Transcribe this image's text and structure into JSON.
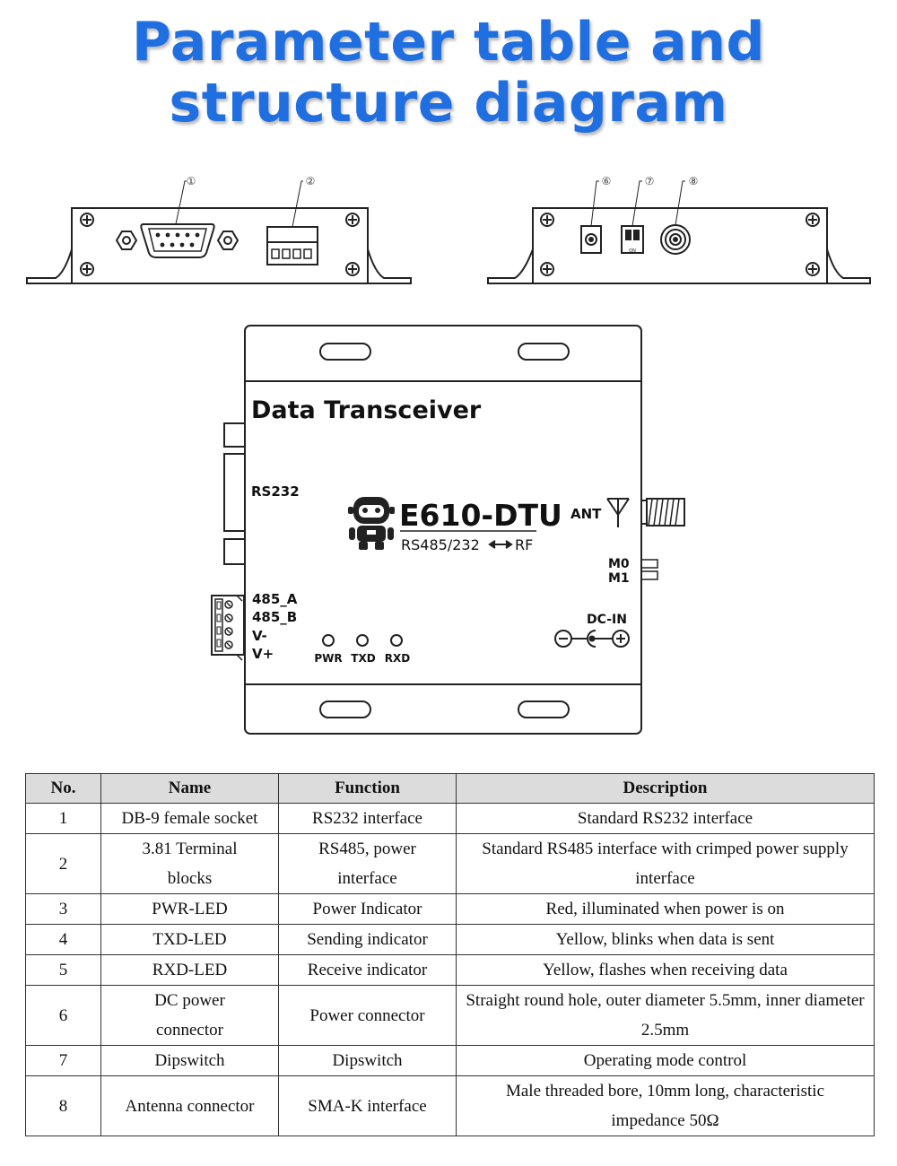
{
  "title": {
    "line1": "Parameter table and",
    "line2": "structure diagram"
  },
  "colors": {
    "title": "#1f6fe0",
    "header_bg": "#dcdcdc"
  },
  "diagram": {
    "callouts": [
      "①",
      "②",
      "⑥",
      "⑦",
      "⑧"
    ],
    "dipswitch_label": "ON",
    "device_title": "Data Transceiver",
    "rs232_label": "RS232",
    "model": "E610-DTU",
    "model_sub": "RS485/232",
    "model_rf": "RF",
    "ant_label": "ANT",
    "m0_label": "M0",
    "m1_label": "M1",
    "dcin_label": "DC-IN",
    "terminal_labels": [
      "485_A",
      "485_B",
      "V-",
      "V+"
    ],
    "leds": [
      "PWR",
      "TXD",
      "RXD"
    ]
  },
  "table": {
    "headers": [
      "No.",
      "Name",
      "Function",
      "Description"
    ],
    "rows": [
      [
        "1",
        "DB-9 female socket",
        "RS232 interface",
        "Standard RS232 interface"
      ],
      [
        "2",
        "3.81 Terminal blocks",
        "RS485, power interface",
        "Standard RS485 interface with crimped power supply interface"
      ],
      [
        "3",
        "PWR-LED",
        "Power Indicator",
        "Red, illuminated when power is on"
      ],
      [
        "4",
        "TXD-LED",
        "Sending indicator",
        "Yellow, blinks when data is sent"
      ],
      [
        "5",
        "RXD-LED",
        "Receive indicator",
        "Yellow, flashes when receiving data"
      ],
      [
        "6",
        "DC power connector",
        "Power connector",
        "Straight round hole, outer diameter 5.5mm, inner diameter 2.5mm"
      ],
      [
        "7",
        "Dipswitch",
        "Dipswitch",
        "Operating mode control"
      ],
      [
        "8",
        "Antenna connector",
        "SMA-K interface",
        "Male threaded bore, 10mm long, characteristic impedance 50Ω"
      ]
    ]
  }
}
